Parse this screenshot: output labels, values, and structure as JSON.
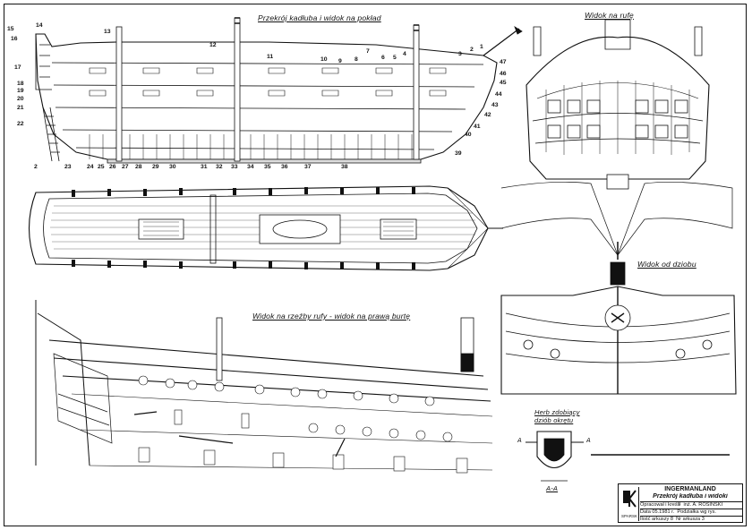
{
  "headings": {
    "section_view": "Przekrój kadłuba i widok na pokład",
    "stern_view": "Widok na rufę",
    "bow_view": "Widok od dziobu",
    "carvings_view": "Widok na rzeźby rufy - widok na prawą burtę",
    "coat_of_arms_line1": "Herb zdobiący",
    "coat_of_arms_line2": "dziób okrętu",
    "section_mark": "A-A",
    "section_letter_left": "A",
    "section_letter_right": "A"
  },
  "part_numbers_top": [
    "1",
    "2",
    "3",
    "4",
    "5",
    "6",
    "7",
    "8",
    "9",
    "10",
    "11",
    "12",
    "13",
    "14",
    "15",
    "16",
    "17",
    "18",
    "19",
    "20",
    "21",
    "22"
  ],
  "part_numbers_bottom": [
    "2",
    "23",
    "24",
    "25",
    "26",
    "27",
    "28",
    "29",
    "30",
    "31",
    "32",
    "33",
    "34",
    "35",
    "36",
    "37",
    "38",
    "39",
    "40",
    "41",
    "42",
    "43",
    "44",
    "45",
    "46",
    "47"
  ],
  "title_block": {
    "logo_caption": "SPARSK",
    "ship_name": "INGERMANLAND",
    "drawing_title": "Przekrój kadłuba i widoki",
    "author_label": "Opracował i kreślił",
    "author_name": "inż. A. ROSIŃSKI",
    "date_label": "Data",
    "date_value": "05.1981 r.",
    "basis_label": "Podziałka",
    "basis_value": "wg rys.",
    "sheets_label": "Ilość arkuszy",
    "sheets_value": "8",
    "sheet_no_label": "Nr arkusza",
    "sheet_no_value": "3"
  }
}
